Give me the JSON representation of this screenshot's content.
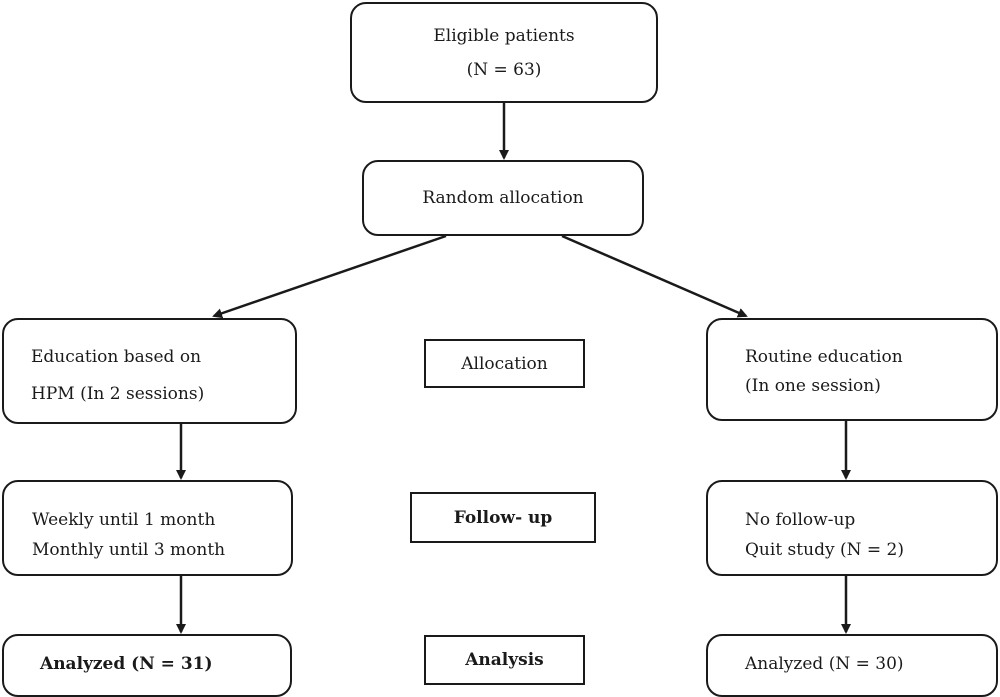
{
  "eligible": {
    "line1": "Eligible patients",
    "line2": "(N = 63)"
  },
  "random": {
    "label": "Random allocation"
  },
  "left_group": {
    "allocation": {
      "line1": "Education based on",
      "line2": "HPM (In 2 sessions)"
    },
    "followup": {
      "line1": "Weekly until 1 month",
      "line2": "Monthly until 3 month"
    },
    "analysis": {
      "line1": "Analyzed (N = 31)"
    }
  },
  "right_group": {
    "allocation": {
      "line1": "Routine education",
      "line2": "(In one session)"
    },
    "followup": {
      "line1": "No follow-up",
      "line2": "Quit study (N = 2)"
    },
    "analysis": {
      "line1": "Analyzed (N = 30)"
    }
  },
  "stages": {
    "allocation": "Allocation",
    "followup": "Follow- up",
    "analysis": "Analysis"
  }
}
